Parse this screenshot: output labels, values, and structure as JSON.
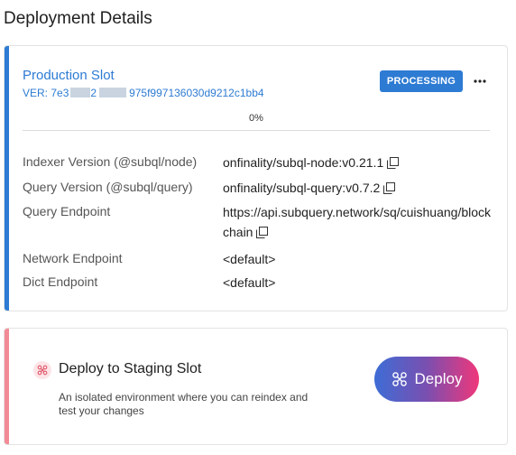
{
  "page": {
    "title": "Deployment Details"
  },
  "production": {
    "title": "Production Slot",
    "version_prefix": "VER: 7e3",
    "version_mid": "2",
    "version_suffix": "975f997136030d9212c1bb4",
    "status": "PROCESSING",
    "progress": "0%",
    "details": [
      {
        "label": "Indexer Version (@subql/node)",
        "value": "onfinality/subql-node:v0.21.1",
        "copy": true
      },
      {
        "label": "Query Version (@subql/query)",
        "value": "onfinality/subql-query:v0.7.2",
        "copy": true
      },
      {
        "label": "Query Endpoint",
        "value": "https://api.subquery.network/sq/cuishuang/blockchain",
        "copy": true
      },
      {
        "label": "Network Endpoint",
        "value": "<default>",
        "copy": false
      },
      {
        "label": "Dict Endpoint",
        "value": "<default>",
        "copy": false
      }
    ]
  },
  "staging": {
    "title": "Deploy to Staging Slot",
    "description": "An isolated environment where you can reindex and test your changes",
    "button_label": "Deploy"
  },
  "colors": {
    "primary": "#2d7bd3",
    "staging_accent": "#f28b95"
  },
  "icons": {
    "more": "more-horizontal-icon",
    "copy": "copy-icon",
    "stage": "deploy-icon"
  }
}
